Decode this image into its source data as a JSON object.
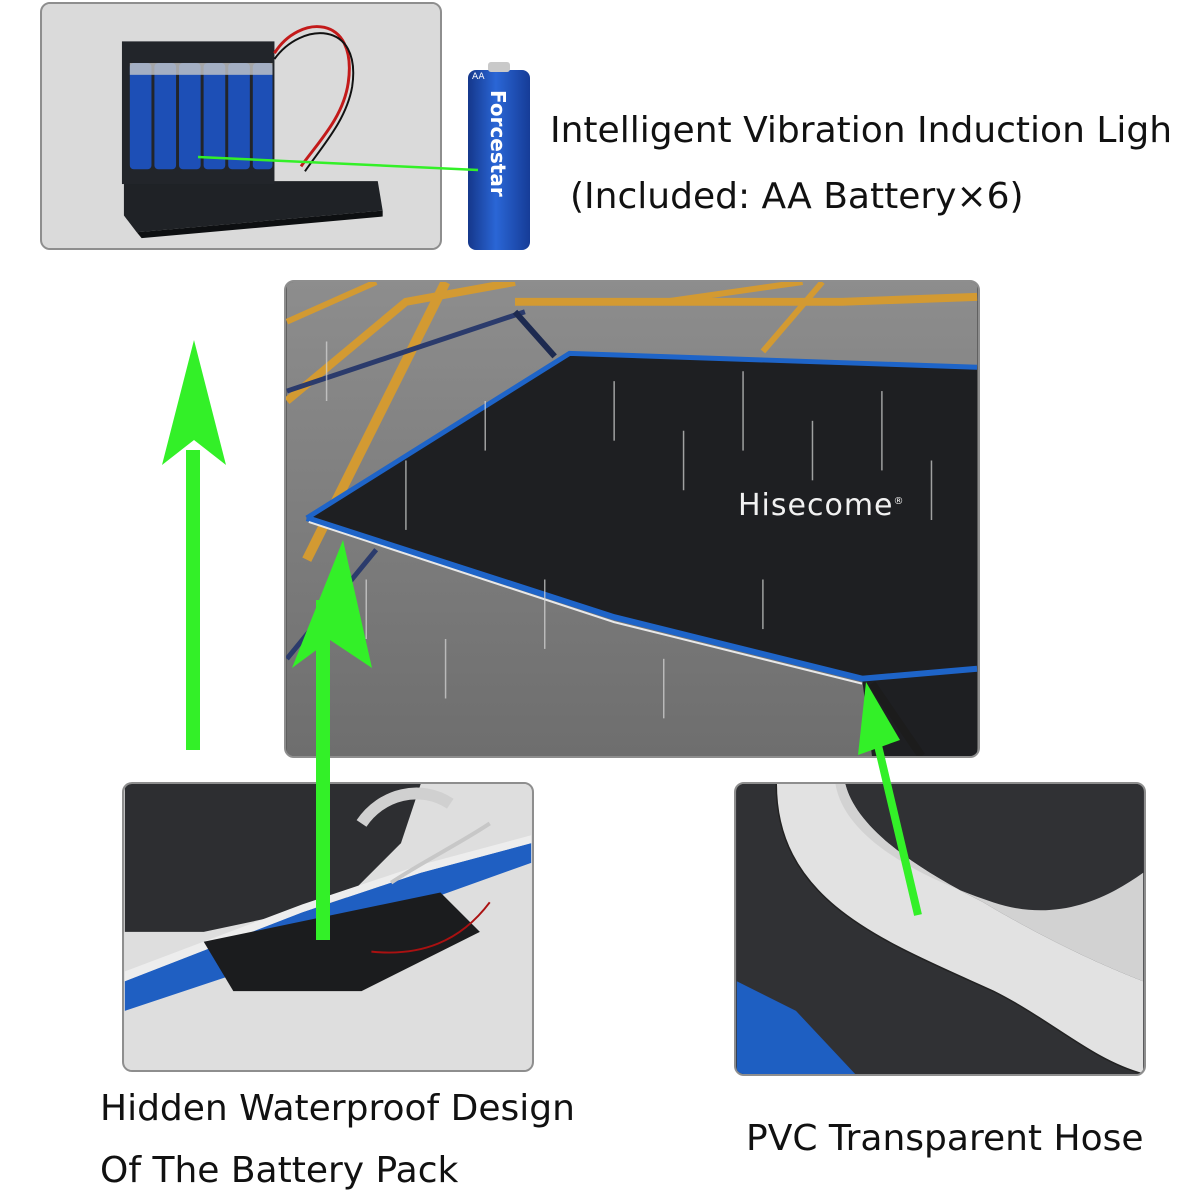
{
  "battery_panel": {
    "caption_line1": "Intelligent Vibration Induction Ligh",
    "caption_line2": "(Included: AA Battery×6)",
    "battery_brand": "Forcestar",
    "battery_type": "AA"
  },
  "main_photo": {
    "brand_mark": "Hisecome",
    "brand_symbol": "®"
  },
  "left_detail": {
    "caption_line1": "Hidden Waterproof Design",
    "caption_line2": "Of The Battery Pack"
  },
  "right_detail": {
    "caption": "PVC Transparent Hose"
  },
  "colors": {
    "arrow": "#33f028",
    "panel_border": "#8e8e8e",
    "trampoline_edge": "#1e64c8",
    "frame": "#d39a32"
  },
  "icons": [
    "battery-pack-icon",
    "aa-battery-icon",
    "up-arrow-icon"
  ]
}
